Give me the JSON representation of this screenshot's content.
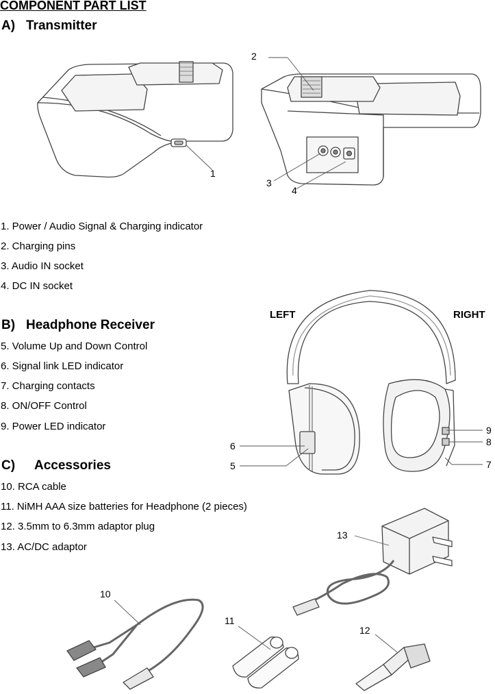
{
  "title": "COMPONENT PART LIST",
  "sections": {
    "a": {
      "letter": "A)",
      "heading": "Transmitter",
      "items": [
        "1. Power / Audio Signal & Charging indicator",
        "2. Charging pins",
        "3. Audio IN socket",
        "4. DC IN socket"
      ]
    },
    "b": {
      "letter": "B)",
      "heading": "Headphone Receiver",
      "items": [
        "5. Volume Up and Down Control",
        "6. Signal link LED indicator",
        "7. Charging contacts",
        "8. ON/OFF Control",
        "9. Power LED indicator"
      ]
    },
    "c": {
      "letter": "C)",
      "heading": "Accessories",
      "items": [
        "10. RCA cable",
        "11. NiMH AAA size batteries for Headphone (2 pieces)",
        "12. 3.5mm to 6.3mm adaptor plug",
        "13. AC/DC adaptor"
      ]
    }
  },
  "callouts": {
    "n1": "1",
    "n2": "2",
    "n3": "3",
    "n4": "4",
    "n5": "5",
    "n6": "6",
    "n7": "7",
    "n8": "8",
    "n9": "9",
    "n10": "10",
    "n11": "11",
    "n12": "12",
    "n13": "13"
  },
  "headphone_labels": {
    "left": "LEFT",
    "right": "RIGHT"
  }
}
